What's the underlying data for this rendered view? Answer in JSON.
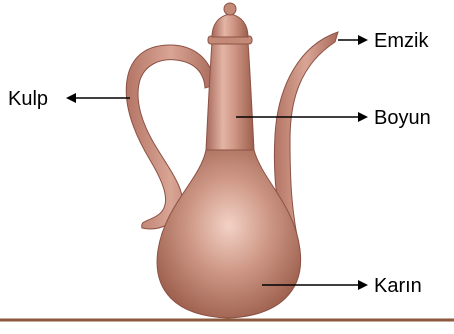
{
  "labels": {
    "kulp": "Kulp",
    "emzik": "Emzik",
    "boyun": "Boyun",
    "karin": "Karın"
  },
  "colors": {
    "copper_light": "#e8b8a8",
    "copper_mid": "#c98e7c",
    "copper_dark": "#9c5e4d",
    "ground_line": "#8b5a3c",
    "arrow": "#000000"
  }
}
